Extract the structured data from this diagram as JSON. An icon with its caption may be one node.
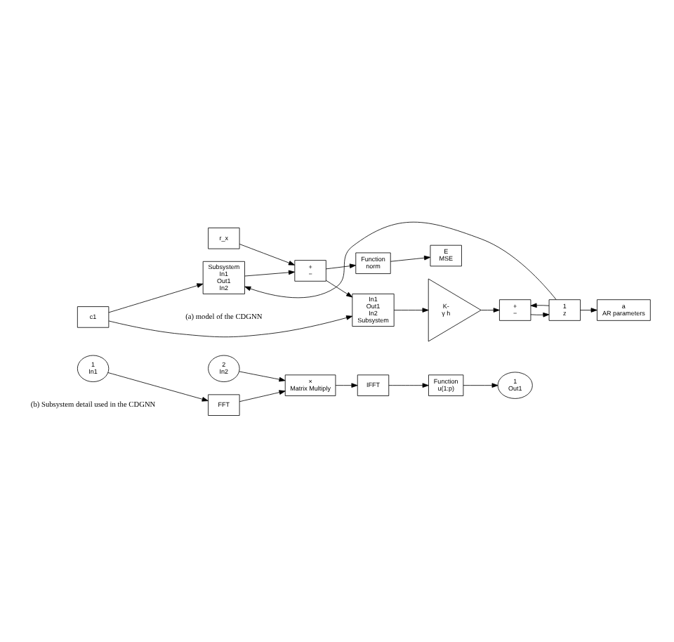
{
  "diagram": {
    "nodes": [
      {
        "text": [
          "Subsystem",
          "In1",
          "Out1",
          "In2"
        ]
      },
      {
        "text": [
          "+",
          "−"
        ]
      },
      {
        "text": [
          "r_x"
        ]
      },
      {
        "text": [
          "Function",
          "norm"
        ]
      },
      {
        "text": [
          "E",
          "MSE"
        ]
      },
      {
        "text": [
          "In1",
          "Out1",
          "In2",
          "Subsystem"
        ]
      },
      {
        "text": [
          "K-",
          "γ h"
        ]
      },
      {
        "text": [
          "+",
          "−"
        ]
      },
      {
        "text": [
          "1",
          "z"
        ]
      },
      {
        "text": [
          "c1"
        ]
      },
      {
        "text": [
          "a",
          "AR parameters"
        ]
      },
      {
        "text": [
          "2",
          "In2"
        ]
      },
      {
        "text": [
          "1",
          "In1"
        ]
      },
      {
        "text": [
          "FFT"
        ]
      },
      {
        "text": [
          "×",
          "Matrix Multiply"
        ]
      },
      {
        "text": [
          "IFFT"
        ]
      },
      {
        "text": [
          "Function",
          "u(1:p)"
        ]
      },
      {
        "text": [
          "1",
          "Out1"
        ]
      }
    ],
    "edges": [
      {
        "from": 8,
        "to": 0,
        "arrow": "to"
      },
      {
        "from": 8,
        "to": 7,
        "arrow": "to"
      },
      {
        "from": 8,
        "to": 10,
        "arrow": "to"
      },
      {
        "from": 9,
        "to": 0,
        "arrow": "to"
      },
      {
        "from": 9,
        "to": 5,
        "arrow": "to"
      },
      {
        "from": 0,
        "to": 1,
        "arrow": "to"
      },
      {
        "from": 2,
        "to": 1,
        "arrow": "to"
      },
      {
        "from": 1,
        "to": 3,
        "arrow": "to"
      },
      {
        "from": 1,
        "to": 5,
        "arrow": "to"
      },
      {
        "from": 3,
        "to": 4,
        "arrow": "to"
      },
      {
        "from": 5,
        "to": 6,
        "arrow": "to"
      },
      {
        "from": 6,
        "to": 7,
        "arrow": "to"
      },
      {
        "from": 7,
        "to": 8,
        "arrow": "to"
      },
      {
        "from": 11,
        "to": 14,
        "arrow": "to"
      },
      {
        "from": 12,
        "to": 13,
        "arrow": "to"
      },
      {
        "from": 13,
        "to": 14,
        "arrow": "to"
      },
      {
        "from": 14,
        "to": 15,
        "arrow": "to"
      },
      {
        "from": 15,
        "to": 16,
        "arrow": "to"
      },
      {
        "from": 16,
        "to": 17,
        "arrow": "to"
      }
    ],
    "labels": [
      "(a) model of the CDGNN",
      "(b) Subsystem detail used in the CDGNN"
    ]
  }
}
